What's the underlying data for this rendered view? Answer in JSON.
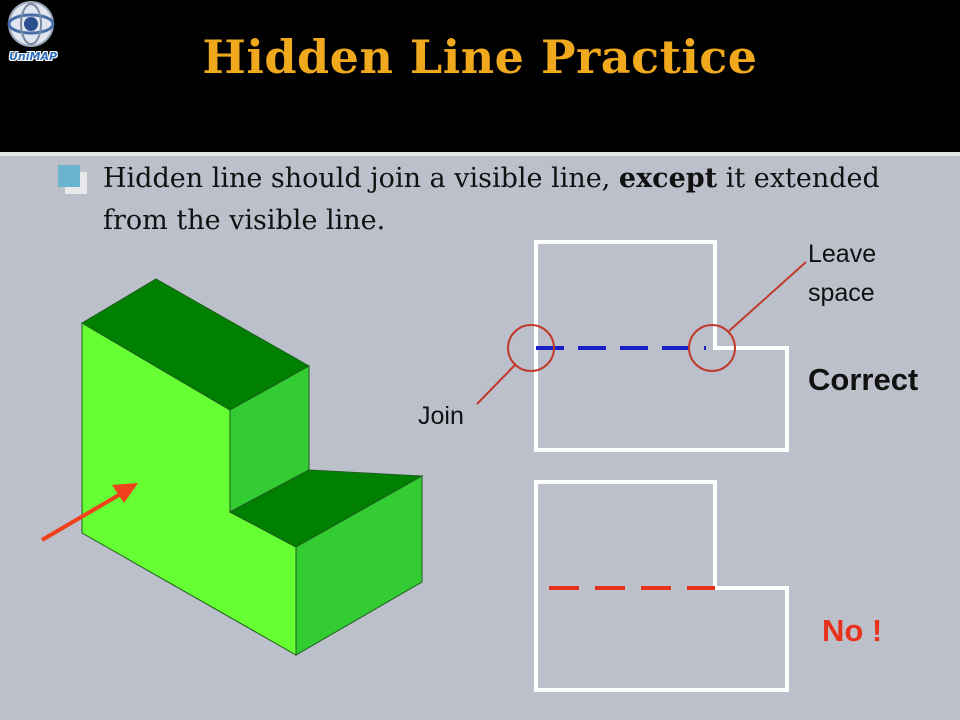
{
  "slide": {
    "title": "Hidden Line Practice",
    "logo_text": "UniMAP",
    "bullet": {
      "before": "Hidden line should join a visible line, ",
      "emphasis": "except",
      "after": " it extended from the visible line."
    }
  },
  "labels": {
    "leave_space_line1": "Leave",
    "leave_space_line2": "space",
    "join": "Join",
    "correct": "Correct",
    "no": "No !"
  },
  "colors": {
    "background": "#bcc0cb",
    "title": "#f0a81c",
    "hidden_line_correct": "#1a1fc8",
    "hidden_line_wrong": "#e8331c",
    "callout": "#c0392b",
    "block_front": "#66ff33",
    "block_top": "#008000",
    "block_side": "#33cc33"
  },
  "icons": {
    "view_arrow": "arrow-up-right-icon",
    "bullet": "square-bullet-icon"
  }
}
